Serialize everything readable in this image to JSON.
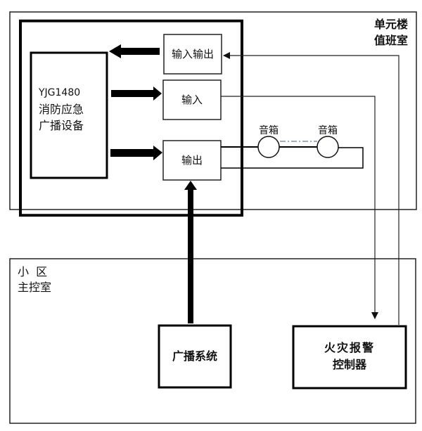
{
  "zones": {
    "unit_building": {
      "title_line1": "单元楼",
      "title_line2": "值班室"
    },
    "community_main": {
      "title_line1": "小  区",
      "title_line2": "主控室"
    }
  },
  "device": {
    "model": "YJG1480",
    "name_line1": "消防应急",
    "name_line2": "广播设备"
  },
  "ports": {
    "io": "输入输出",
    "input": "输入",
    "output": "输出"
  },
  "speakers": [
    {
      "label": "音箱"
    },
    {
      "label": "音箱"
    }
  ],
  "broadcast_system": {
    "label": "广播系统"
  },
  "fire_alarm": {
    "label_line1": "火灾报警",
    "label_line2": "控制器"
  },
  "colors": {
    "line": "#111111",
    "dash": "#3a5f8a"
  }
}
